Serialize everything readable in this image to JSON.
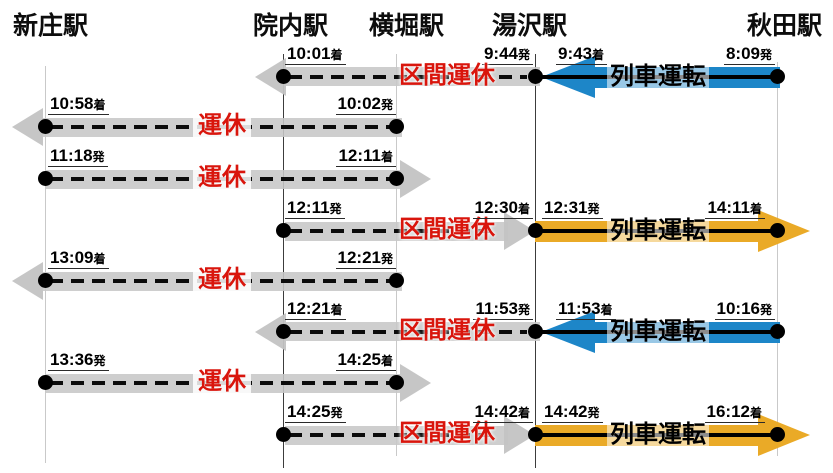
{
  "stations": [
    {
      "name": "新庄駅"
    },
    {
      "name": "院内駅"
    },
    {
      "name": "横堀駅"
    },
    {
      "name": "湯沢駅"
    },
    {
      "name": "秋田駅"
    }
  ],
  "legend": {
    "suspended": "運休",
    "section_suspended": "区間運休",
    "operating": "列車運転"
  },
  "colors": {
    "train_arrow_blue": "#1d86c8",
    "train_arrow_yellow": "#eaaa27",
    "suspended_arrow_gray": "#c7c7c7",
    "status_red": "#d9150c"
  },
  "rows": [
    {
      "direction": "left",
      "gray": {
        "dep": {
          "t": "9:44",
          "s": "発"
        },
        "arr": {
          "t": "10:01",
          "s": "着"
        },
        "status": "区間運休"
      },
      "train": {
        "dep": {
          "t": "8:09",
          "s": "発"
        },
        "arr": {
          "t": "9:43",
          "s": "着"
        },
        "status": "列車運転"
      }
    },
    {
      "direction": "left",
      "gray": {
        "dep": {
          "t": "10:02",
          "s": "発"
        },
        "arr": {
          "t": "10:58",
          "s": "着"
        },
        "status": "運休"
      }
    },
    {
      "direction": "right",
      "gray": {
        "dep": {
          "t": "11:18",
          "s": "発"
        },
        "arr": {
          "t": "12:11",
          "s": "着"
        },
        "status": "運休"
      }
    },
    {
      "direction": "right",
      "gray": {
        "dep": {
          "t": "12:11",
          "s": "発"
        },
        "arr": {
          "t": "12:30",
          "s": "着"
        },
        "status": "区間運休"
      },
      "train": {
        "dep": {
          "t": "12:31",
          "s": "発"
        },
        "arr": {
          "t": "14:11",
          "s": "着"
        },
        "status": "列車運転"
      }
    },
    {
      "direction": "left",
      "gray": {
        "dep": {
          "t": "12:21",
          "s": "発"
        },
        "arr": {
          "t": "13:09",
          "s": "着"
        },
        "status": "運休"
      }
    },
    {
      "direction": "left",
      "gray": {
        "dep": {
          "t": "11:53",
          "s": "発"
        },
        "arr": {
          "t": "12:21",
          "s": "着"
        },
        "status": "区間運休"
      },
      "train": {
        "dep": {
          "t": "10:16",
          "s": "発"
        },
        "arr": {
          "t": "11:53",
          "s": "着"
        },
        "status": "列車運転"
      }
    },
    {
      "direction": "right",
      "gray": {
        "dep": {
          "t": "13:36",
          "s": "発"
        },
        "arr": {
          "t": "14:25",
          "s": "着"
        },
        "status": "運休"
      }
    },
    {
      "direction": "right",
      "gray": {
        "dep": {
          "t": "14:25",
          "s": "発"
        },
        "arr": {
          "t": "14:42",
          "s": "着"
        },
        "status": "区間運休"
      },
      "train": {
        "dep": {
          "t": "14:42",
          "s": "発"
        },
        "arr": {
          "t": "16:12",
          "s": "着"
        },
        "status": "列車運転"
      }
    }
  ]
}
